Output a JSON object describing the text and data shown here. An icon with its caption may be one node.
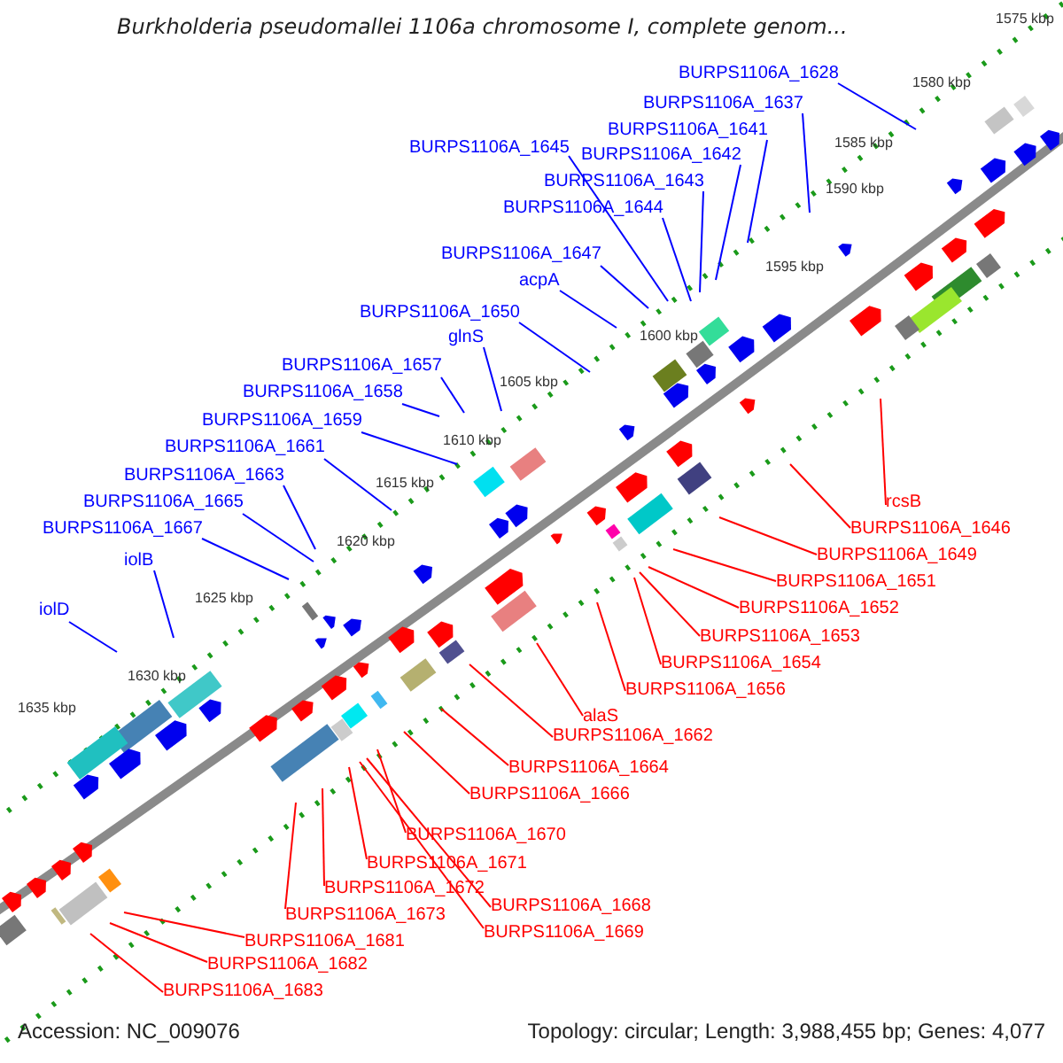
{
  "diagram": {
    "title": "Burkholderia pseudomallei 1106a chromosome I, complete genom...",
    "nodes": [
      {
        "text": [
          "BURPS1106A_1628"
        ]
      },
      {
        "text": [
          "BURPS1106A_1637"
        ]
      },
      {
        "text": [
          "BURPS1106A_1641"
        ]
      },
      {
        "text": [
          "BURPS1106A_1645"
        ]
      },
      {
        "text": [
          "BURPS1106A_1642"
        ]
      },
      {
        "text": [
          "BURPS1106A_1643"
        ]
      },
      {
        "text": [
          "BURPS1106A_1644"
        ]
      },
      {
        "text": [
          "BURPS1106A_1647"
        ]
      },
      {
        "text": [
          "acpA"
        ]
      },
      {
        "text": [
          "BURPS1106A_1650"
        ]
      },
      {
        "text": [
          "glnS"
        ]
      },
      {
        "text": [
          "BURPS1106A_1657"
        ]
      },
      {
        "text": [
          "BURPS1106A_1658"
        ]
      },
      {
        "text": [
          "BURPS1106A_1659"
        ]
      },
      {
        "text": [
          "BURPS1106A_1661"
        ]
      },
      {
        "text": [
          "BURPS1106A_1663"
        ]
      },
      {
        "text": [
          "BURPS1106A_1665"
        ]
      },
      {
        "text": [
          "BURPS1106A_1667"
        ]
      },
      {
        "text": [
          "iolB"
        ]
      },
      {
        "text": [
          "iolD"
        ]
      },
      {
        "text": [
          "rcsB"
        ]
      },
      {
        "text": [
          "BURPS1106A_1646"
        ]
      },
      {
        "text": [
          "BURPS1106A_1649"
        ]
      },
      {
        "text": [
          "BURPS1106A_1651"
        ]
      },
      {
        "text": [
          "BURPS1106A_1652"
        ]
      },
      {
        "text": [
          "BURPS1106A_1653"
        ]
      },
      {
        "text": [
          "BURPS1106A_1654"
        ]
      },
      {
        "text": [
          "BURPS1106A_1656"
        ]
      },
      {
        "text": [
          "alaS"
        ]
      },
      {
        "text": [
          "BURPS1106A_1662"
        ]
      },
      {
        "text": [
          "BURPS1106A_1664"
        ]
      },
      {
        "text": [
          "BURPS1106A_1666"
        ]
      },
      {
        "text": [
          "BURPS1106A_1670"
        ]
      },
      {
        "text": [
          "BURPS1106A_1671"
        ]
      },
      {
        "text": [
          "BURPS1106A_1672"
        ]
      },
      {
        "text": [
          "BURPS1106A_1668"
        ]
      },
      {
        "text": [
          "BURPS1106A_1673"
        ]
      },
      {
        "text": [
          "BURPS1106A_1669"
        ]
      },
      {
        "text": [
          "BURPS1106A_1681"
        ]
      },
      {
        "text": [
          "BURPS1106A_1682"
        ]
      },
      {
        "text": [
          "BURPS1106A_1683"
        ]
      }
    ],
    "edges": [
      {
        "from": 0,
        "to": null,
        "arrow": "none",
        "color": "#0000ff"
      },
      {
        "from": 1,
        "to": null,
        "arrow": "none",
        "color": "#0000ff"
      },
      {
        "from": 2,
        "to": null,
        "arrow": "none",
        "color": "#0000ff"
      },
      {
        "from": 3,
        "to": null,
        "arrow": "none",
        "color": "#0000ff"
      },
      {
        "from": 4,
        "to": null,
        "arrow": "none",
        "color": "#0000ff"
      },
      {
        "from": 5,
        "to": null,
        "arrow": "none",
        "color": "#0000ff"
      },
      {
        "from": 6,
        "to": null,
        "arrow": "none",
        "color": "#0000ff"
      },
      {
        "from": 7,
        "to": null,
        "arrow": "none",
        "color": "#0000ff"
      },
      {
        "from": 8,
        "to": null,
        "arrow": "none",
        "color": "#0000ff"
      },
      {
        "from": 9,
        "to": null,
        "arrow": "none",
        "color": "#0000ff"
      },
      {
        "from": 10,
        "to": null,
        "arrow": "none",
        "color": "#0000ff"
      },
      {
        "from": 11,
        "to": null,
        "arrow": "none",
        "color": "#0000ff"
      },
      {
        "from": 12,
        "to": null,
        "arrow": "none",
        "color": "#0000ff"
      },
      {
        "from": 13,
        "to": null,
        "arrow": "none",
        "color": "#0000ff"
      },
      {
        "from": 14,
        "to": null,
        "arrow": "none",
        "color": "#0000ff"
      },
      {
        "from": 15,
        "to": null,
        "arrow": "none",
        "color": "#0000ff"
      },
      {
        "from": 16,
        "to": null,
        "arrow": "none",
        "color": "#0000ff"
      },
      {
        "from": 17,
        "to": null,
        "arrow": "none",
        "color": "#0000ff"
      },
      {
        "from": 18,
        "to": null,
        "arrow": "none",
        "color": "#0000ff"
      },
      {
        "from": 19,
        "to": null,
        "arrow": "none",
        "color": "#0000ff"
      },
      {
        "from": 20,
        "to": null,
        "arrow": "none",
        "color": "#ff0000"
      },
      {
        "from": 21,
        "to": null,
        "arrow": "none",
        "color": "#ff0000"
      },
      {
        "from": 22,
        "to": null,
        "arrow": "none",
        "color": "#ff0000"
      },
      {
        "from": 23,
        "to": null,
        "arrow": "none",
        "color": "#ff0000"
      },
      {
        "from": 24,
        "to": null,
        "arrow": "none",
        "color": "#ff0000"
      },
      {
        "from": 25,
        "to": null,
        "arrow": "none",
        "color": "#ff0000"
      },
      {
        "from": 26,
        "to": null,
        "arrow": "none",
        "color": "#ff0000"
      },
      {
        "from": 27,
        "to": null,
        "arrow": "none",
        "color": "#ff0000"
      },
      {
        "from": 28,
        "to": null,
        "arrow": "none",
        "color": "#ff0000"
      },
      {
        "from": 29,
        "to": null,
        "arrow": "none",
        "color": "#ff0000"
      },
      {
        "from": 30,
        "to": null,
        "arrow": "none",
        "color": "#ff0000"
      },
      {
        "from": 31,
        "to": null,
        "arrow": "none",
        "color": "#ff0000"
      },
      {
        "from": 32,
        "to": null,
        "arrow": "none",
        "color": "#ff0000"
      },
      {
        "from": 33,
        "to": null,
        "arrow": "none",
        "color": "#ff0000"
      },
      {
        "from": 34,
        "to": null,
        "arrow": "none",
        "color": "#ff0000"
      },
      {
        "from": 35,
        "to": null,
        "arrow": "none",
        "color": "#ff0000"
      },
      {
        "from": 36,
        "to": null,
        "arrow": "none",
        "color": "#ff0000"
      },
      {
        "from": 37,
        "to": null,
        "arrow": "none",
        "color": "#ff0000"
      },
      {
        "from": 38,
        "to": null,
        "arrow": "none",
        "color": "#ff0000"
      },
      {
        "from": 39,
        "to": null,
        "arrow": "none",
        "color": "#ff0000"
      },
      {
        "from": 40,
        "to": null,
        "arrow": "none",
        "color": "#ff0000"
      }
    ],
    "labels": [
      "1575 kbp",
      "1580 kbp",
      "1585 kbp",
      "1590 kbp",
      "1595 kbp",
      "1600 kbp",
      "1605 kbp",
      "1610 kbp",
      "1615 kbp",
      "1620 kbp",
      "1625 kbp",
      "1630 kbp",
      "1635 kbp",
      "Accession: NC_009076",
      "Topology: circular; Length: 3,988,455 bp; Genes: 4,077"
    ]
  }
}
